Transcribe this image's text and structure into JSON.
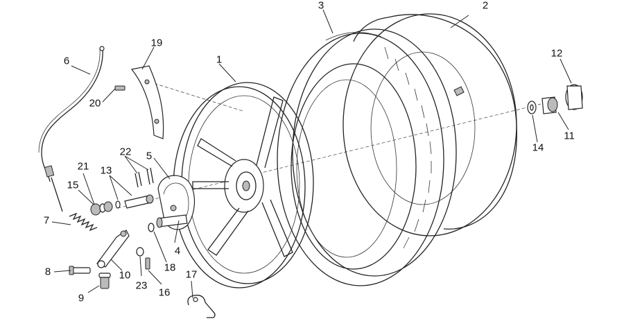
{
  "labels": {
    "p1": "1",
    "p2": "2",
    "p3": "3",
    "p4": "4",
    "p5": "5",
    "p6": "6",
    "p7": "7",
    "p8": "8",
    "p9": "9",
    "p10": "10",
    "p11": "11",
    "p12": "12",
    "p13": "13",
    "p14": "14",
    "p15": "15",
    "p16": "16",
    "p17": "17",
    "p18": "18",
    "p19": "19",
    "p20": "20",
    "p21": "21",
    "p22": "22",
    "p23": "23"
  }
}
